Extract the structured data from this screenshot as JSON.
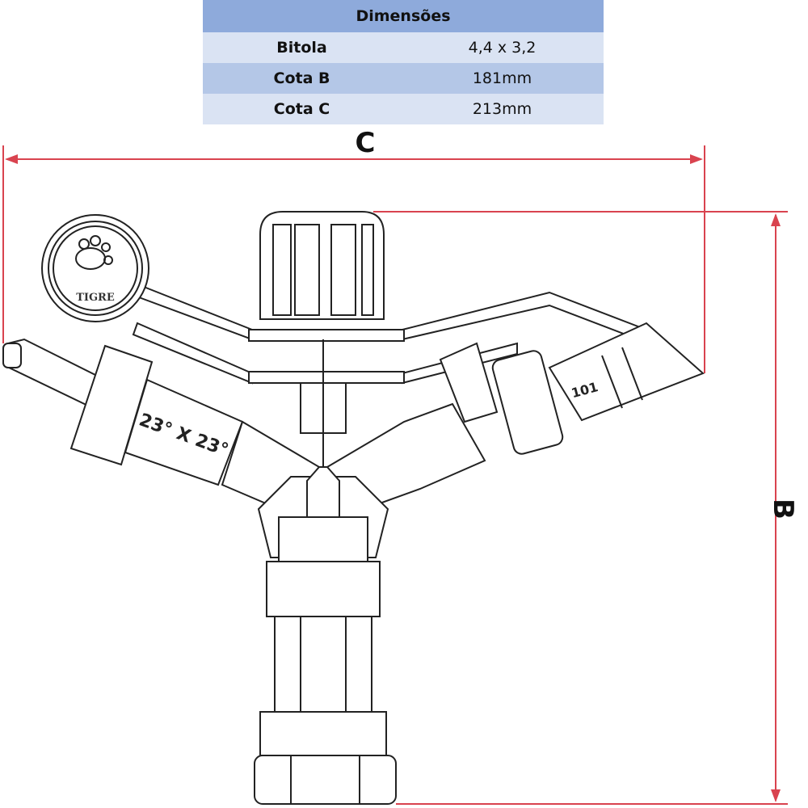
{
  "table": {
    "title": "Dimensões",
    "rows": [
      {
        "label": "Bitola",
        "value": "4,4 x 3,2"
      },
      {
        "label": "Cota B",
        "value": "181mm"
      },
      {
        "label": "Cota C",
        "value": "213mm"
      }
    ]
  },
  "drawing": {
    "dimension_c_label": "C",
    "dimension_b_label": "B",
    "angle_label": "23° X 23°",
    "nozzle_label": "101",
    "logo_text": "TIGRE",
    "colors": {
      "dimension_line": "#d9434f",
      "table_header": "#8eaadb",
      "row_light": "#dae3f3",
      "row_dark": "#b4c7e7"
    }
  }
}
